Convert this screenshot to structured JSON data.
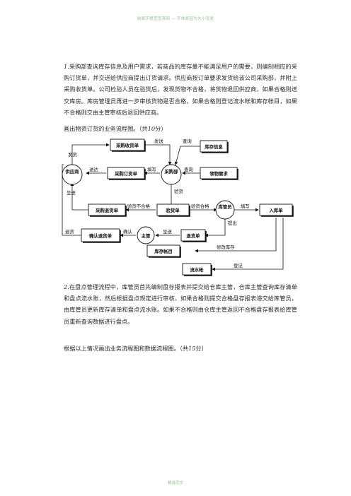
{
  "header": "前面字题签签清回 — 字体原因为大小没是",
  "question1": {
    "number": "1.",
    "text": "采购部查询库存信息及用户需求，若商品的库存量不能满足用户的需要，则编制相应的采购订货单，并交送给供应商提出订货请求。供应商按订单要求发货给该公司采购部，并附上采购收货单。公司检验人员在验货后，发现货物不合格，将货物退回供应商，如果合格则送交库房。库房管理员再进一步审核货物是否合格，如果合格则登记流水帐和库存帐目，如果不合格则交由主管审核后退回供应商。",
    "task": "画出物资订货的业务流程图。（共",
    "score": "10",
    "task_end": "分）"
  },
  "flowchart": {
    "entities": {
      "supplier": "供应商",
      "purchasing": "采购部",
      "warehouse_keeper": "库管员",
      "manager": "主管"
    },
    "documents": {
      "purchase_receipt": "采购收货单",
      "inventory_info": "库存信息",
      "purchase_order": "采购订货单",
      "goods_demand": "领物需求",
      "purchase_return": "采购退货单",
      "inspection_slip": "验货单",
      "inbound_slip": "入库单",
      "confirm_return": "确认退货单",
      "return_slip": "退货单",
      "inventory_ledger": "库存帐目",
      "journal": "流水帐"
    },
    "labels": {
      "ship_goods": "发货",
      "send": "发送",
      "query1": "查询",
      "query2": "查询",
      "deliver": "送达",
      "fill": "填写",
      "deliver_back": "呈送",
      "inspect": "验货",
      "unqualified": "验货不合格",
      "qualified": "验货合格",
      "fill2": "填写",
      "submit": "提出",
      "return_goods": "退货",
      "confirm": "确认",
      "deliver2": "呈送",
      "modify_inventory": "修改库存",
      "register": "登记"
    }
  },
  "question2": {
    "number": "2.",
    "text": "在盘点管理流程中，库管员首先编制盘存报表并提交给仓库主管，仓库主管查询库存清单和盘点流水账，然后根据盘点规定进行审核，如果合格则提交合格盘存报表递交给库管员，由库管员更新库存清单和盘点流水账。如果不合格则由仓库主管返回不合格盘存报表给库管员重新查询数据进行盘点。",
    "task": "根据以上情况画出业务流程图和数据流程图。（共",
    "score": "15",
    "task_end": "分）"
  },
  "footer": "精选范文"
}
